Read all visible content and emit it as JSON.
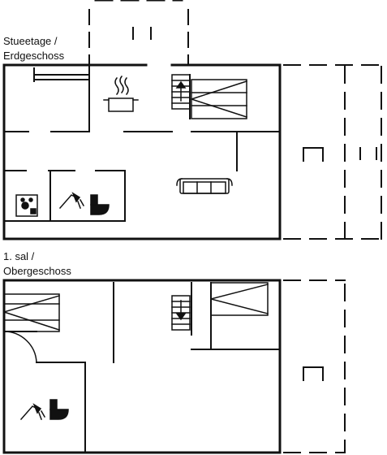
{
  "floors": {
    "ground": {
      "label_line1": "Stueetage /",
      "label_line2": "Erdgeschoss"
    },
    "upper": {
      "label_line1": "1. sal /",
      "label_line2": "Obergeschoss"
    }
  },
  "colors": {
    "wall": "#111111",
    "background": "#ffffff"
  },
  "icons": [
    "stove-pot-icon",
    "sofa-icon",
    "shower-icon",
    "toilet-icon",
    "washing-machine-icon",
    "staircase-up-icon",
    "staircase-down-icon",
    "bed-icon"
  ]
}
